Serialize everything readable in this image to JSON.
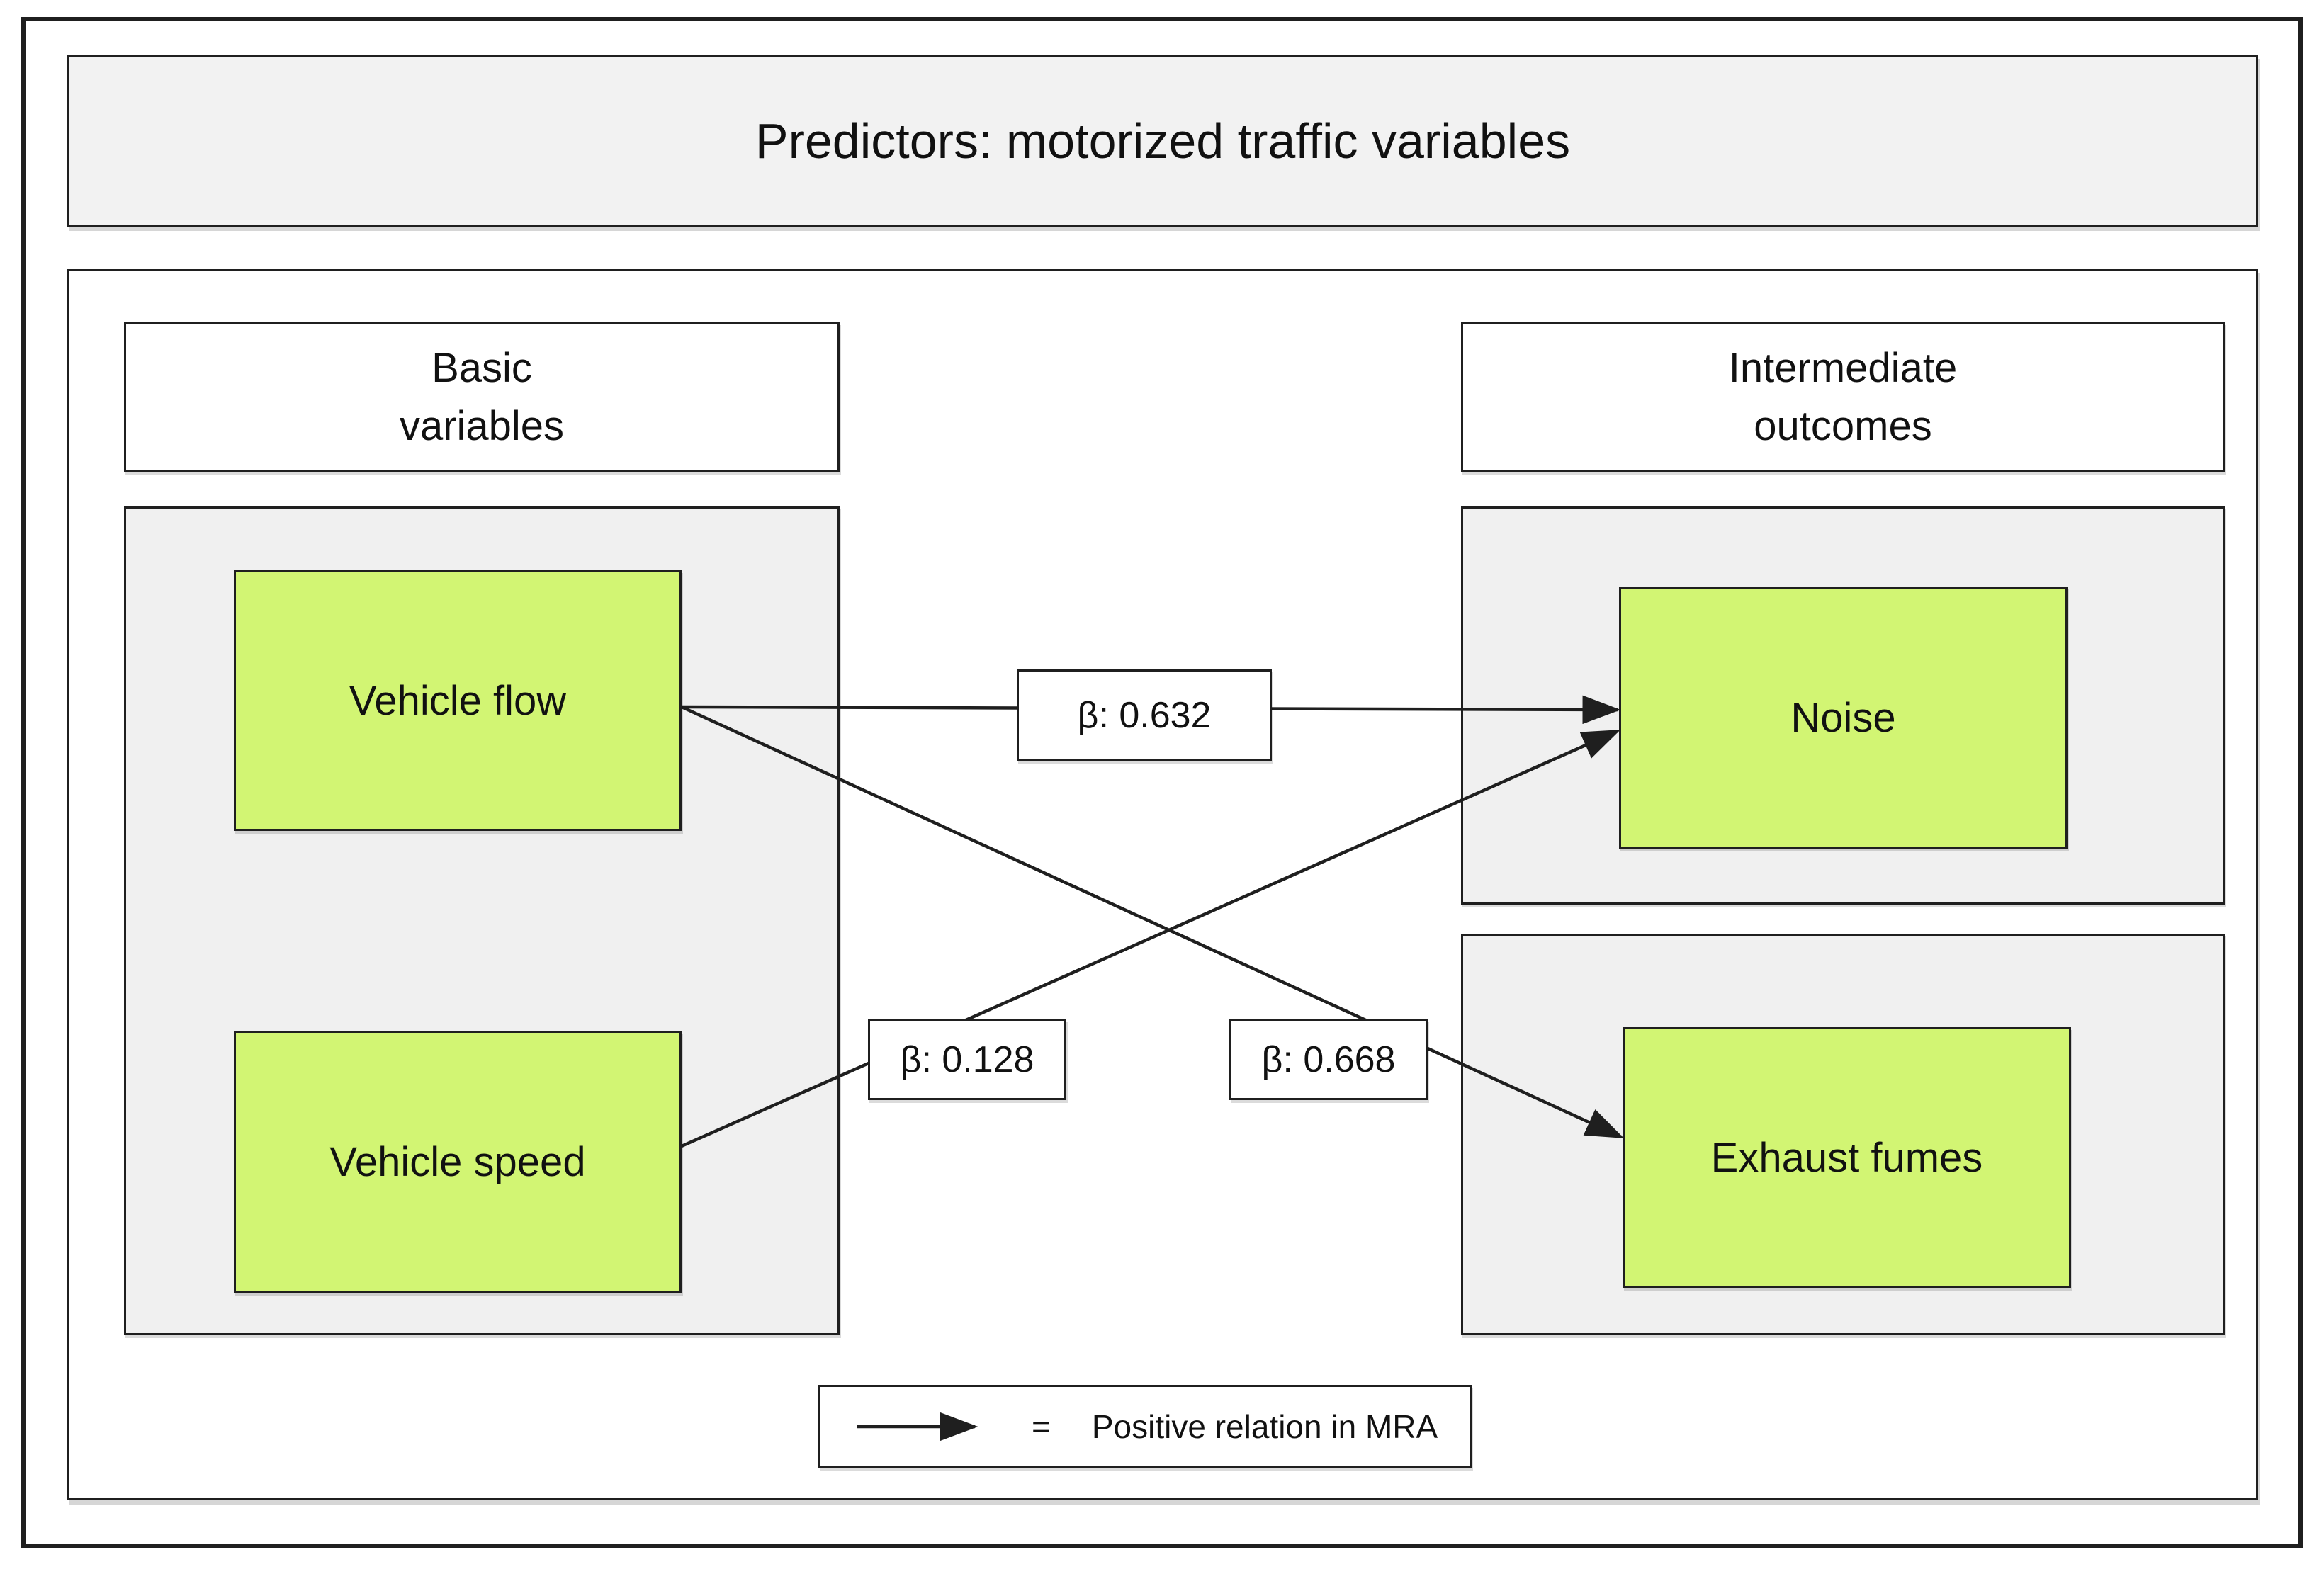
{
  "title": "Predictors: motorized traffic variables",
  "columns": {
    "left_header": {
      "line1": "Basic",
      "line2": "variables"
    },
    "right_header": {
      "line1": "Intermediate",
      "line2": "outcomes"
    }
  },
  "nodes": {
    "vehicle_flow": "Vehicle flow",
    "vehicle_speed": "Vehicle speed",
    "noise": "Noise",
    "exhaust_fumes": "Exhaust fumes"
  },
  "edges": [
    {
      "from": "Vehicle flow",
      "to": "Noise",
      "beta_label": "β: 0.632"
    },
    {
      "from": "Vehicle speed",
      "to": "Noise",
      "beta_label": "β: 0.128"
    },
    {
      "from": "Vehicle flow",
      "to": "Exhaust fumes",
      "beta_label": "β: 0.668"
    }
  ],
  "legend": {
    "equals": "=",
    "label": "Positive relation in MRA"
  },
  "colors": {
    "node_fill": "#d2f573",
    "panel_fill": "#f0f0f0",
    "titlebar_fill": "#f2f2f2",
    "line": "#1f1f1f",
    "text": "#111111",
    "box_fill": "#ffffff"
  }
}
